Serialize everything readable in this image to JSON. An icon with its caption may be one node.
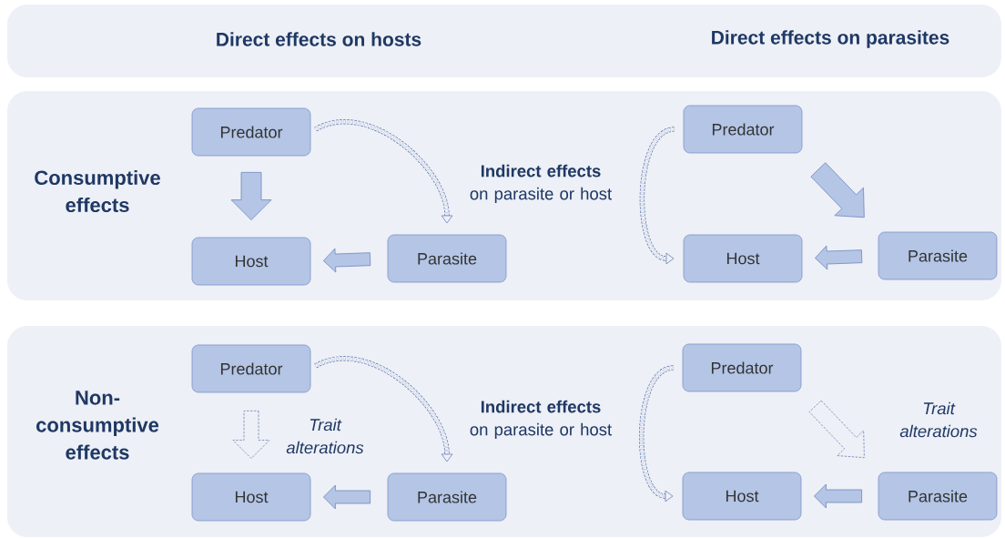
{
  "diagram": {
    "nodes": [
      {
        "text": [
          "Direct effects on hosts",
          "Direct effects on parasites"
        ]
      },
      {
        "text": [
          "Consumptive effects"
        ]
      },
      {
        "text": [
          "Predator"
        ],
        "in": 1
      },
      {
        "text": [
          "Host"
        ],
        "in": 1
      },
      {
        "text": [
          "Parasite"
        ],
        "in": 1
      },
      {
        "text": [
          "Predator"
        ],
        "in": 1
      },
      {
        "text": [
          "Host"
        ],
        "in": 1
      },
      {
        "text": [
          "Parasite"
        ],
        "in": 1
      },
      {
        "text": [
          "Non-consumptive effects"
        ]
      },
      {
        "text": [
          "Predator"
        ],
        "in": 8
      },
      {
        "text": [
          "Host"
        ],
        "in": 8
      },
      {
        "text": [
          "Parasite"
        ],
        "in": 8
      },
      {
        "text": [
          "Predator"
        ],
        "in": 8
      },
      {
        "text": [
          "Host"
        ],
        "in": 8
      },
      {
        "text": [
          "Parasite"
        ],
        "in": 8
      }
    ],
    "edges": [
      {
        "from": 2,
        "to": 3,
        "arrow": "to"
      },
      {
        "from": 4,
        "to": 3,
        "arrow": "to"
      },
      {
        "from": 2,
        "to": 4,
        "arrow": "to",
        "style": "dashed",
        "label": "**Indirect effects** on parasite or host"
      },
      {
        "from": 5,
        "to": 7,
        "arrow": "to"
      },
      {
        "from": 7,
        "to": 6,
        "arrow": "to"
      },
      {
        "from": 5,
        "to": 6,
        "arrow": "to",
        "style": "dashed"
      },
      {
        "from": 9,
        "to": 10,
        "arrow": "to",
        "style": "dashed",
        "label": "Trait alterations"
      },
      {
        "from": 11,
        "to": 10,
        "arrow": "to"
      },
      {
        "from": 9,
        "to": 11,
        "arrow": "to",
        "style": "dashed",
        "label": "**Indirect effects** on parasite or host"
      },
      {
        "from": 12,
        "to": 14,
        "arrow": "to",
        "style": "dashed",
        "label": "Trait alterations"
      },
      {
        "from": 14,
        "to": 13,
        "arrow": "to"
      },
      {
        "from": 12,
        "to": 13,
        "arrow": "to",
        "style": "dashed"
      }
    ]
  }
}
